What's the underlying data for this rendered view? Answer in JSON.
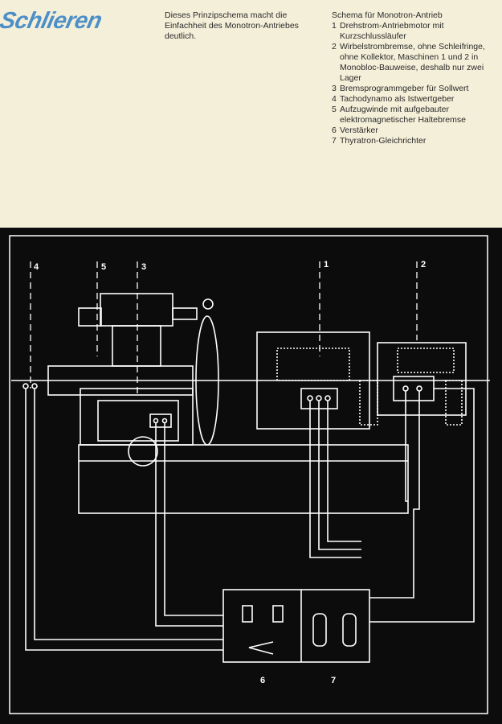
{
  "brand": "Schlieren",
  "intro": "Dieses Prinzipschema macht die Einfachheit des Monotron-Antriebes deutlich.",
  "legend": {
    "title": "Schema für Monotron-Antrieb",
    "items": [
      {
        "n": "1",
        "text": "Drehstrom-Antriebmotor mit Kurzschlussläufer"
      },
      {
        "n": "2",
        "text": "Wirbelstrombremse, ohne Schleifringe, ohne Kollektor, Maschinen 1 und 2 in Monobloc-Bauweise, deshalb nur zwei Lager"
      },
      {
        "n": "3",
        "text": "Bremsprogrammgeber für Sollwert"
      },
      {
        "n": "4",
        "text": "Tachodynamo als Istwertgeber"
      },
      {
        "n": "5",
        "text": "Aufzugwinde mit aufgebauter elektromagnetischer Haltebremse"
      },
      {
        "n": "6",
        "text": "Verstärker"
      },
      {
        "n": "7",
        "text": "Thyratron-Gleichrichter"
      }
    ]
  },
  "diagram": {
    "labels": {
      "l1": "1",
      "l2": "2",
      "l3": "3",
      "l4": "4",
      "l5": "5",
      "l6": "6",
      "l7": "7"
    }
  }
}
